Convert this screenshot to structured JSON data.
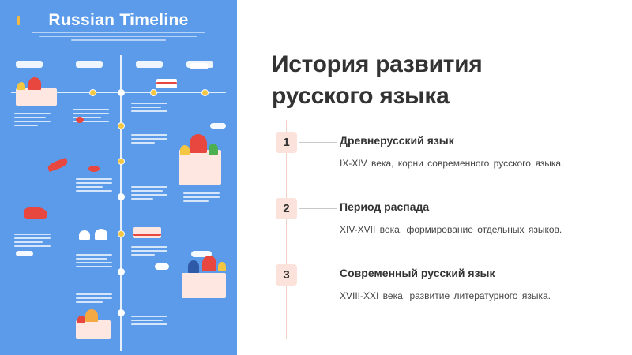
{
  "infographic": {
    "title": "Russian Timeline"
  },
  "slide": {
    "title_line1": "История развития",
    "title_line2": "русского языка"
  },
  "items": [
    {
      "number": "1",
      "heading": "Древнерусский язык",
      "description": "IX-XIV века, корни современного русского языка."
    },
    {
      "number": "2",
      "heading": "Период распада",
      "description": "XIV-XVII века, формирование отдельных языков."
    },
    {
      "number": "3",
      "heading": "Современный русский язык",
      "description": "XVIII-XXI века, развитие литературного языка."
    }
  ],
  "colors": {
    "panel_bg": "#5b9bea",
    "badge_bg": "#fbe3db",
    "accent_red": "#e8473f",
    "accent_yellow": "#f4c642",
    "text_dark": "#333333"
  }
}
